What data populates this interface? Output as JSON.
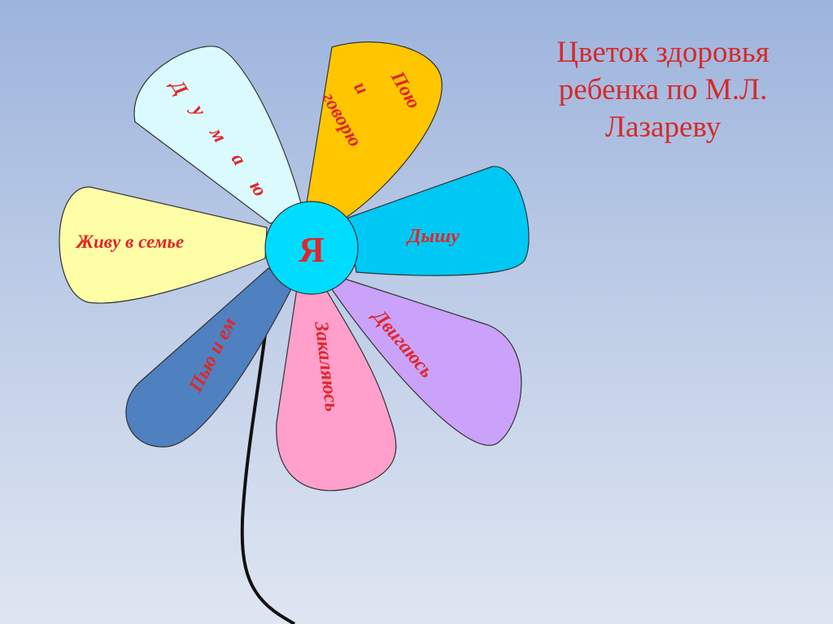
{
  "title": {
    "line1": "Цветок здоровья",
    "line2": "ребенка по М.Л.",
    "line3": "Лазареву"
  },
  "colors": {
    "text": "#e0262a",
    "outline": "#333333",
    "stem": "#111111"
  },
  "center": {
    "label": "Я",
    "color": "#00dcff"
  },
  "petals": [
    {
      "id": "dumayu",
      "label": "Думаю",
      "letters": [
        "Д",
        "у",
        "м",
        "а",
        "ю"
      ],
      "color": "#dbfafd"
    },
    {
      "id": "poyu",
      "label_lines": [
        "Пою",
        "и",
        "говорю"
      ],
      "color": "#ffc600"
    },
    {
      "id": "dyshu",
      "label": "Дышу",
      "color": "#00c8f4"
    },
    {
      "id": "dvigayus",
      "label": "Двигаюсь",
      "color": "#caa2f9"
    },
    {
      "id": "zakalyayus",
      "label": "Закаляюсь",
      "color": "#ff9fcb"
    },
    {
      "id": "pyu-i-em",
      "label": "Пью и ем",
      "color": "#4f80bf"
    },
    {
      "id": "zhivu-v-seme",
      "label": "Живу в семье",
      "color": "#fefea6"
    }
  ]
}
